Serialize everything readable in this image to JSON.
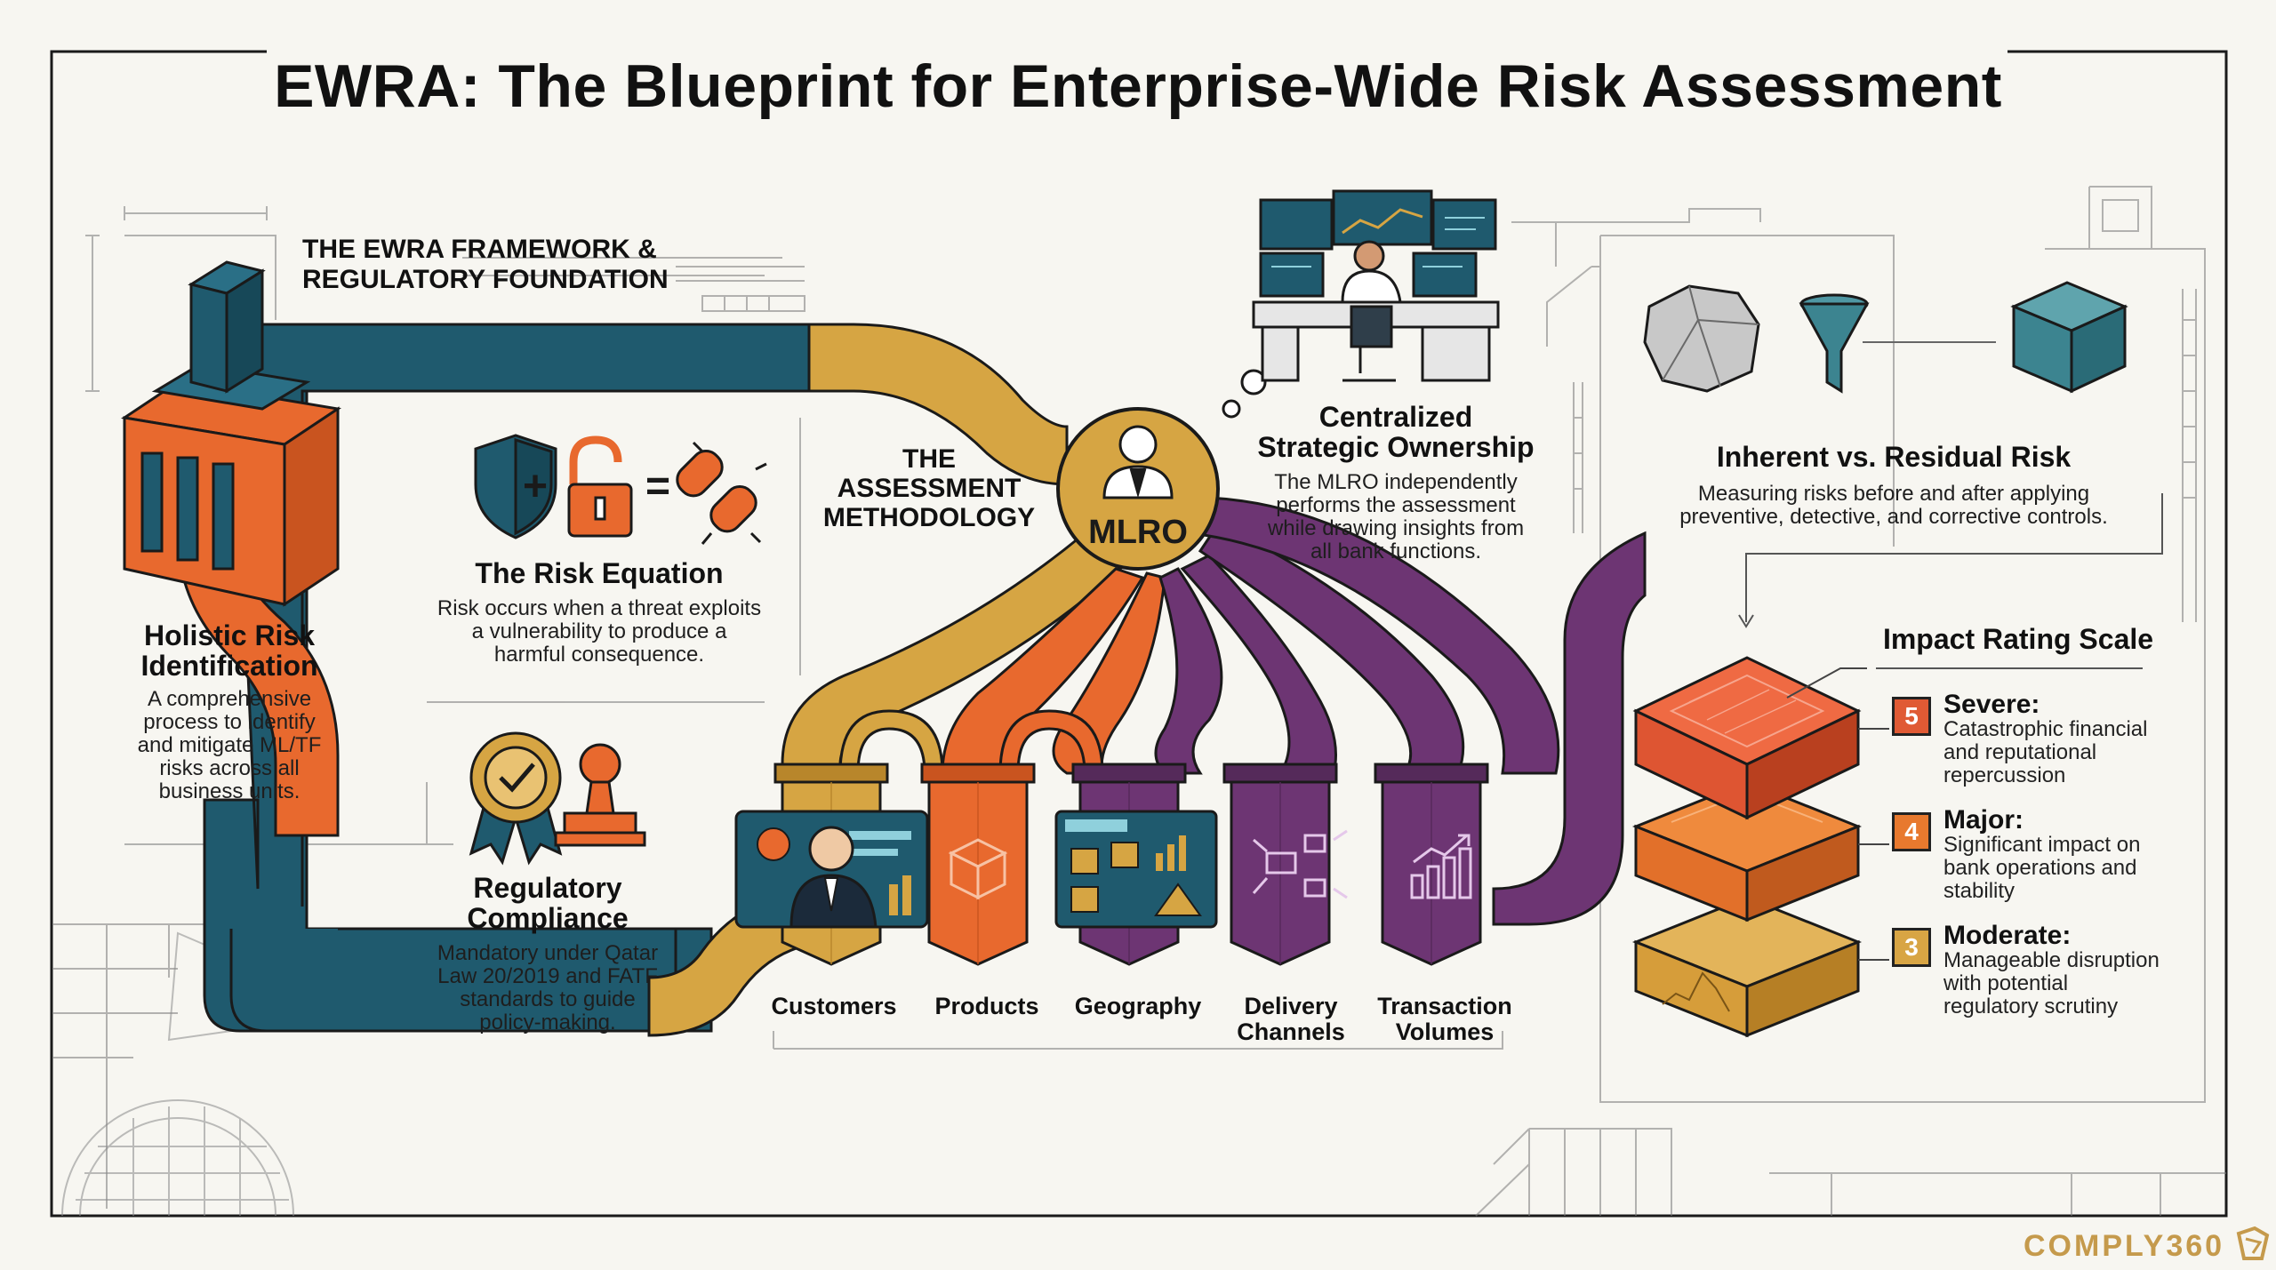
{
  "title": "EWRA: The Blueprint for Enterprise-Wide Risk Assessment",
  "colors": {
    "teal": "#1f5a6e",
    "orange": "#e8692e",
    "gold": "#d6a543",
    "purple": "#6d3573",
    "ink": "#1a1a1a",
    "paper": "#f7f6f1"
  },
  "framework": {
    "heading_line1": "THE EWRA FRAMEWORK &",
    "heading_line2": "REGULATORY FOUNDATION"
  },
  "holistic": {
    "heading_line1": "Holistic Risk",
    "heading_line2": "Identification",
    "body": [
      "A comprehensive",
      "process to identify",
      "and mitigate ML/TF",
      "risks across all",
      "business units."
    ]
  },
  "risk_equation": {
    "heading": "The Risk Equation",
    "plus": "+",
    "equals": "=",
    "icons": [
      "shield-icon",
      "unlocked-padlock-icon",
      "broken-chain-icon"
    ],
    "body": [
      "Risk occurs when a threat exploits",
      "a vulnerability to produce a",
      "harmful consequence."
    ]
  },
  "regulatory": {
    "heading_line1": "Regulatory",
    "heading_line2": "Compliance",
    "body": [
      "Mandatory under Qatar",
      "Law 20/2019 and FATF",
      "standards to guide",
      "policy-making."
    ]
  },
  "methodology": {
    "heading": [
      "THE",
      "ASSESSMENT",
      "METHODOLOGY"
    ]
  },
  "mlro": {
    "label": "MLRO"
  },
  "centralized": {
    "heading_line1": "Centralized",
    "heading_line2": "Strategic Ownership",
    "body": [
      "The MLRO independently",
      "performs the assessment",
      "while drawing insights from",
      "all bank functions."
    ]
  },
  "pillars": [
    {
      "label": "Customers",
      "icon": "customer-id-card-icon"
    },
    {
      "label": "Products",
      "icon": "product-box-icon"
    },
    {
      "label": "Geography",
      "icon": "geography-dashboard-icon"
    },
    {
      "label": "Delivery",
      "label2": "Channels",
      "icon": "delivery-channels-icon"
    },
    {
      "label": "Transaction",
      "label2": "Volumes",
      "icon": "transaction-bar-chart-icon"
    }
  ],
  "inherent_residual": {
    "heading": "Inherent vs. Residual Risk",
    "body": [
      "Measuring risks before and after applying",
      "preventive, detective, and corrective controls."
    ],
    "icons": [
      "raw-rock-icon",
      "funnel-icon",
      "refined-cube-icon"
    ]
  },
  "impact_scale": {
    "heading": "Impact Rating Scale",
    "levels": [
      {
        "score": "5",
        "name": "Severe:",
        "desc": [
          "Catastrophic financial",
          "and reputational",
          "repercussion"
        ],
        "color": "#e05a34"
      },
      {
        "score": "4",
        "name": "Major:",
        "desc": [
          "Significant impact on",
          "bank operations and",
          "stability"
        ],
        "color": "#e8792e"
      },
      {
        "score": "3",
        "name": "Moderate:",
        "desc": [
          "Manageable disruption",
          "with potential",
          "regulatory scrutiny"
        ],
        "color": "#d8a544"
      }
    ]
  },
  "logo": "COMPLY360"
}
